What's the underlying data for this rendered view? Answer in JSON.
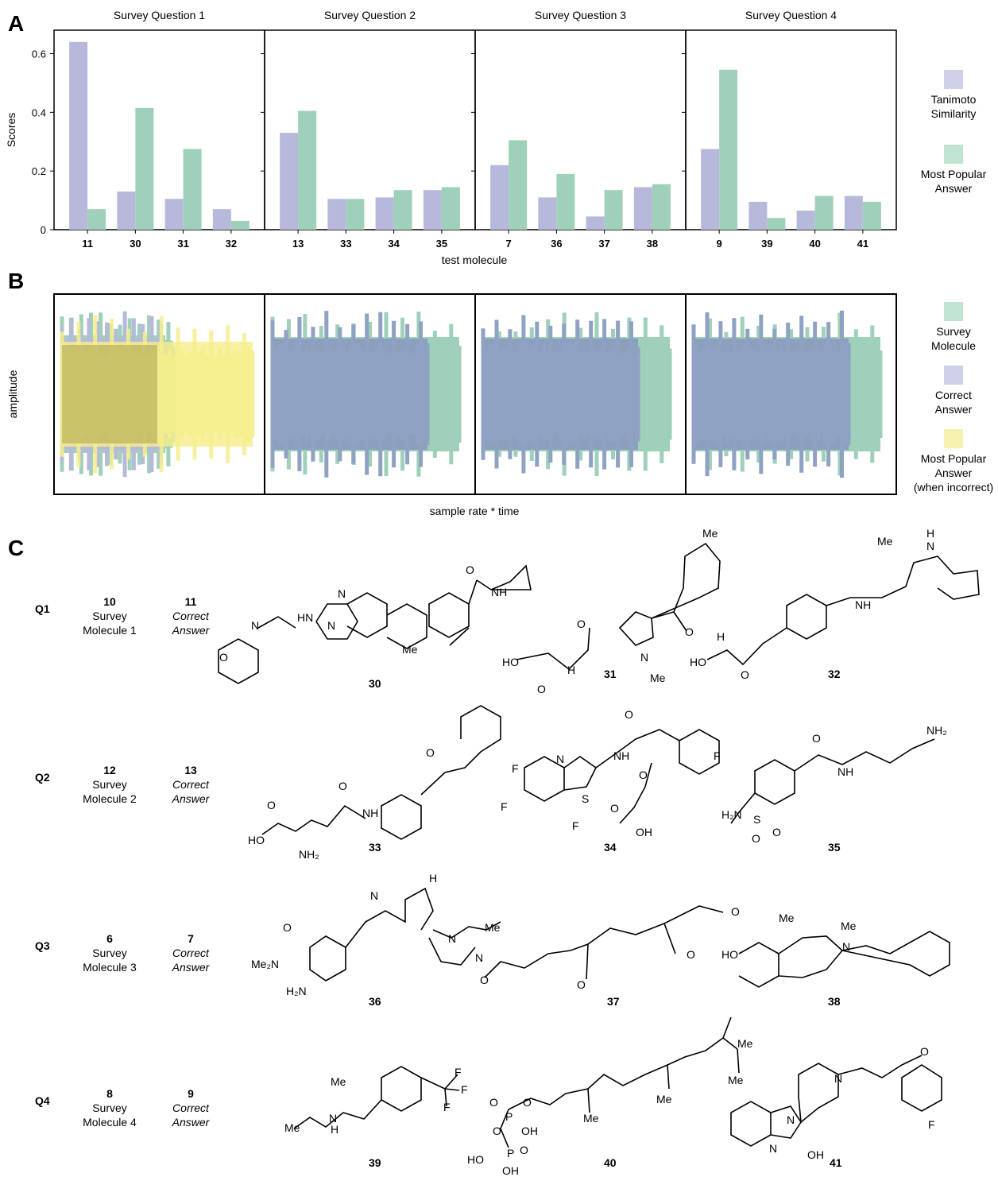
{
  "panels": {
    "a": "A",
    "b": "B",
    "c": "C"
  },
  "chart_data": [
    {
      "type": "bar",
      "panel": "A",
      "ylabel": "Scores",
      "xlabel": "test molecule",
      "ylim": [
        0,
        0.68
      ],
      "yticks": [
        0,
        0.2,
        0.4,
        0.6
      ],
      "ytick_labels": [
        "0",
        "0.2",
        "0.4",
        "0.6"
      ],
      "subplots": [
        {
          "title": "Survey Question 1",
          "categories": [
            "11",
            "30",
            "31",
            "32"
          ],
          "series": [
            {
              "name": "Tanimoto Similarity",
              "values": [
                0.64,
                0.13,
                0.105,
                0.07
              ]
            },
            {
              "name": "Most Popular Answer",
              "values": [
                0.07,
                0.415,
                0.275,
                0.03
              ]
            }
          ]
        },
        {
          "title": "Survey Question 2",
          "categories": [
            "13",
            "33",
            "34",
            "35"
          ],
          "series": [
            {
              "name": "Tanimoto Similarity",
              "values": [
                0.33,
                0.105,
                0.11,
                0.135
              ]
            },
            {
              "name": "Most Popular Answer",
              "values": [
                0.405,
                0.105,
                0.135,
                0.145
              ]
            }
          ]
        },
        {
          "title": "Survey Question 3",
          "categories": [
            "7",
            "36",
            "37",
            "38"
          ],
          "series": [
            {
              "name": "Tanimoto Similarity",
              "values": [
                0.22,
                0.11,
                0.045,
                0.145
              ]
            },
            {
              "name": "Most Popular Answer",
              "values": [
                0.305,
                0.19,
                0.135,
                0.155
              ]
            }
          ]
        },
        {
          "title": "Survey Question 4",
          "categories": [
            "9",
            "39",
            "40",
            "41"
          ],
          "series": [
            {
              "name": "Tanimoto Similarity",
              "values": [
                0.275,
                0.095,
                0.065,
                0.115
              ]
            },
            {
              "name": "Most Popular Answer",
              "values": [
                0.545,
                0.04,
                0.115,
                0.095
              ]
            }
          ]
        }
      ],
      "colors": {
        "tanimoto": "#b7b9db",
        "popular": "#9fd0b9"
      },
      "legend": {
        "placement": "right",
        "items": [
          "Tanimoto Similarity",
          "Most Popular Answer"
        ]
      }
    },
    {
      "type": "area",
      "panel": "B",
      "ylabel": "amplitude",
      "xlabel": "sample rate * time",
      "subplots": [
        {
          "series": [
            "Survey Molecule",
            "Correct Answer",
            "Most Popular Answer (when incorrect)"
          ]
        },
        {
          "series": [
            "Survey Molecule",
            "Correct Answer"
          ]
        },
        {
          "series": [
            "Survey Molecule",
            "Correct Answer"
          ]
        },
        {
          "series": [
            "Survey Molecule",
            "Correct Answer"
          ]
        }
      ],
      "colors": {
        "survey": "#9fd0b9",
        "correct": "#b7b9db",
        "popular": "#f5ee8c"
      },
      "legend": {
        "placement": "right",
        "items": [
          "Survey Molecule",
          "Correct Answer",
          "Most Popular Answer (when incorrect)"
        ]
      }
    }
  ],
  "legendA": [
    {
      "label": "Tanimoto Similarity",
      "lines": [
        "Tanimoto",
        "Similarity"
      ],
      "color": "#cfd1ea"
    },
    {
      "label": "Most Popular Answer",
      "lines": [
        "Most Popular",
        "Answer"
      ],
      "color": "#c1e3d3"
    }
  ],
  "legendB": [
    {
      "label": "Survey Molecule",
      "lines": [
        "Survey",
        "Molecule"
      ],
      "color": "#c1e3d3"
    },
    {
      "label": "Correct Answer",
      "lines": [
        "Correct",
        "Answer"
      ],
      "color": "#cfd1ea"
    },
    {
      "label": "Most Popular Answer (when incorrect)",
      "lines": [
        "Most Popular",
        "Answer",
        "(when incorrect)"
      ],
      "color": "#f7f1b0"
    }
  ],
  "panelC": {
    "rows": [
      {
        "q": "Q1",
        "survey_num": "10",
        "survey_l1": "Survey",
        "survey_l2": "Molecule 1",
        "correct_num": "11",
        "correct_l1": "Correct",
        "correct_l2": "Answer",
        "compounds": [
          "30",
          "31",
          "32"
        ]
      },
      {
        "q": "Q2",
        "survey_num": "12",
        "survey_l1": "Survey",
        "survey_l2": "Molecule 2",
        "correct_num": "13",
        "correct_l1": "Correct",
        "correct_l2": "Answer",
        "compounds": [
          "33",
          "34",
          "35"
        ]
      },
      {
        "q": "Q3",
        "survey_num": "6",
        "survey_l1": "Survey",
        "survey_l2": "Molecule 3",
        "correct_num": "7",
        "correct_l1": "Correct",
        "correct_l2": "Answer",
        "compounds": [
          "36",
          "37",
          "38"
        ]
      },
      {
        "q": "Q4",
        "survey_num": "8",
        "survey_l1": "Survey",
        "survey_l2": "Molecule 4",
        "correct_num": "9",
        "correct_l1": "Correct",
        "correct_l2": "Answer",
        "compounds": [
          "39",
          "40",
          "41"
        ]
      }
    ],
    "atom_labels": {
      "NH": "NH",
      "HN": "HN",
      "H": "H",
      "N": "N",
      "O": "O",
      "S": "S",
      "F": "F",
      "Me": "Me",
      "HO": "HO",
      "OH": "OH",
      "NH2": "NH₂",
      "H2N": "H₂N",
      "Me2N": "Me₂N",
      "P": "P"
    }
  }
}
